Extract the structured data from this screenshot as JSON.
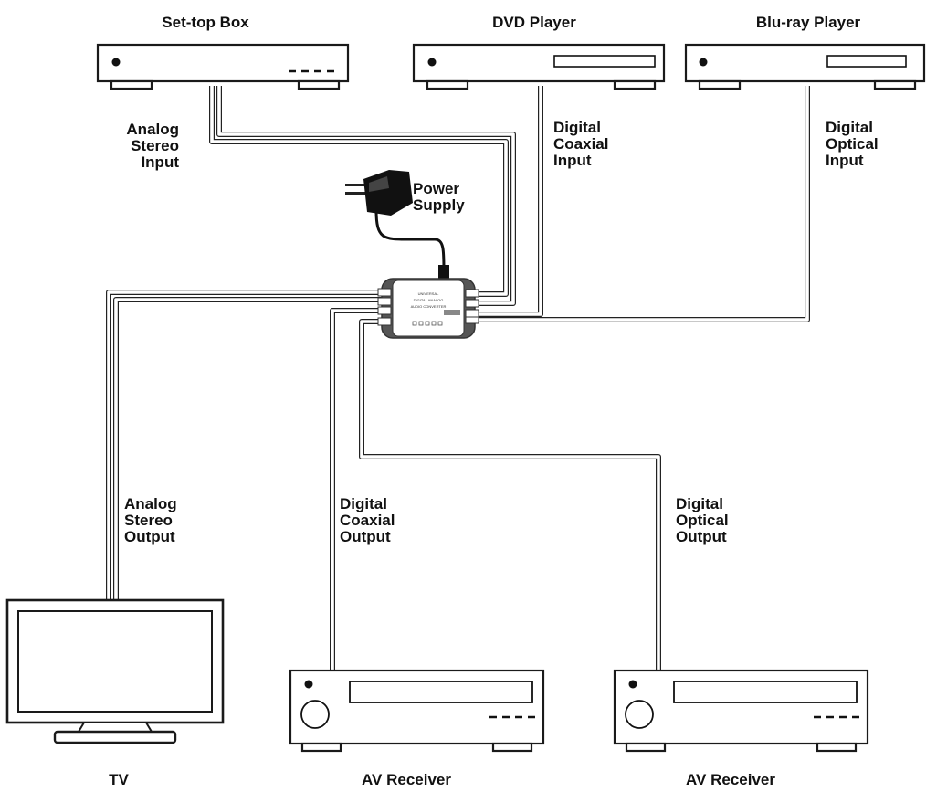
{
  "devices": {
    "set_top_box": "Set-top Box",
    "dvd_player": "DVD Player",
    "bluray_player": "Blu-ray Player",
    "tv": "TV",
    "av_receiver_left": "AV Receiver",
    "av_receiver_right": "AV Receiver"
  },
  "connections": {
    "analog_stereo_input": [
      "Analog",
      "Stereo",
      "Input"
    ],
    "digital_coaxial_input": [
      "Digital",
      "Coaxial",
      "Input"
    ],
    "digital_optical_input": [
      "Digital",
      "Optical",
      "Input"
    ],
    "power_supply": [
      "Power",
      "Supply"
    ],
    "analog_stereo_output": [
      "Analog",
      "Stereo",
      "Output"
    ],
    "digital_coaxial_output": [
      "Digital",
      "Coaxial",
      "Output"
    ],
    "digital_optical_output": [
      "Digital",
      "Optical",
      "Output"
    ]
  },
  "converter": {
    "line1": "UNIVERSAL",
    "line2": "DIGITAL ANALOG",
    "line3": "AUDIO CONVERTER"
  }
}
